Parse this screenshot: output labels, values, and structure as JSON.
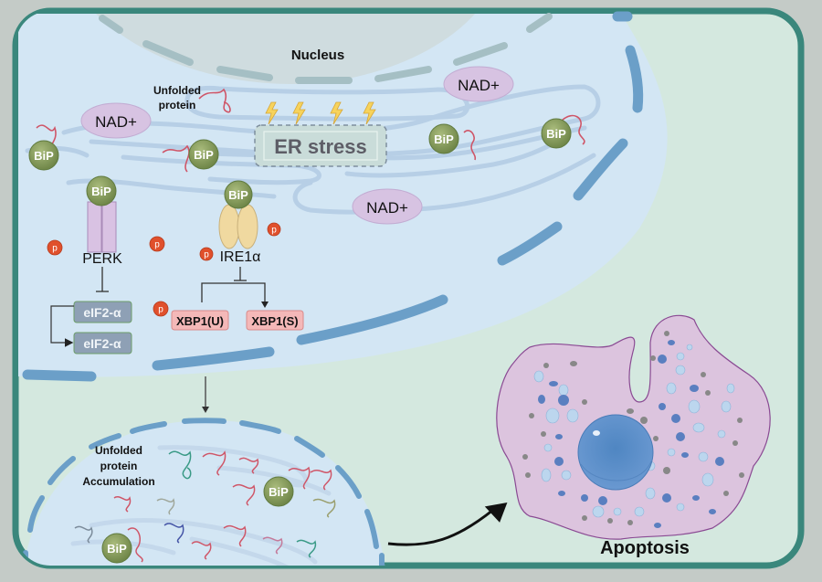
{
  "figure": {
    "background_color": "#d4e8df",
    "frame_color": "#3a877c",
    "cell_color": "#d3e6f4",
    "membrane_color": "#6b9fc8",
    "nucleus_color": "#cfdcdf",
    "nucleus_pore_color": "#a5bfc4"
  },
  "labels": {
    "nucleus": "Nucleus",
    "unfolded_protein_line1": "Unfolded",
    "unfolded_protein_line2": "protein",
    "er_stress": "ER stress",
    "nad_1": "NAD+",
    "nad_2": "NAD+",
    "nad_3": "NAD+",
    "bip": "BiP",
    "perk": "PERK",
    "ire1a": "IRE1α",
    "eif2a_top": "eIF2-α",
    "eif2a_bottom": "eIF2-α",
    "xbp1_u": "XBP1(U)",
    "xbp1_s": "XBP1(S)",
    "phospho": "p",
    "accumulation_line1": "Unfolded",
    "accumulation_line2": "protein",
    "accumulation_line3": "Accumulation",
    "apoptosis": "Apoptosis"
  },
  "colors": {
    "bip_fill": "#8ea363",
    "nad_fill": "#d7c3e2",
    "perk_fill": "#d9c2e3",
    "ire1_fill": "#f0d9a0",
    "phospho_fill": "#e0502c",
    "eif2_fill": "#8ea0b5",
    "xbp1_fill": "#f4b8b8",
    "er_stress_box": "#c9dcd9",
    "bolt_fill": "#f7d35c",
    "apoptotic_cell": "#dcc4de",
    "apoptotic_nucleus": "#5a8dc7"
  }
}
